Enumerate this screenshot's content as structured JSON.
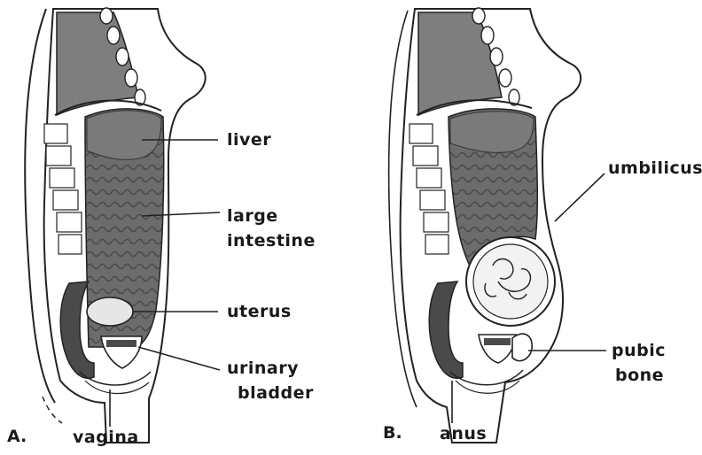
{
  "panels": [
    {
      "id": "A",
      "letter": "A."
    },
    {
      "id": "B",
      "letter": "B."
    }
  ],
  "labels": {
    "liver": "liver",
    "large_intestine_1": "large",
    "large_intestine_2": "intestine",
    "uterus": "uterus",
    "urinary_bladder_1": "urinary",
    "urinary_bladder_2": "bladder",
    "vagina": "vagina",
    "umbilicus": "umbilicus",
    "pubic_bone_1": "pubic",
    "pubic_bone_2": "bone",
    "anus": "anus"
  },
  "colors": {
    "organ_dark": "#5a5a5a",
    "organ_mid": "#7a7a7a",
    "organ_light": "#9a9a9a",
    "outline": "#222222",
    "paper": "#ffffff"
  }
}
